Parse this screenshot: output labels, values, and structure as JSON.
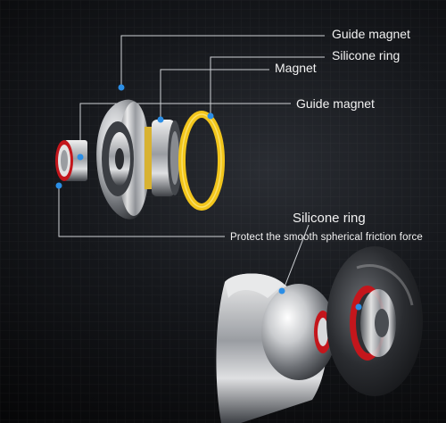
{
  "labels": {
    "guide_magnet_top": "Guide magnet",
    "silicone_ring_top": "Silicone ring",
    "magnet": "Magnet",
    "guide_magnet_right": "Guide magnet",
    "silicone_ring_bottom": "Silicone ring",
    "protect_text": "Protect the smooth spherical friction force"
  },
  "colors": {
    "ring_yellow": "#f2c51b",
    "red_cap": "#c4161c",
    "marker_blue": "#2b8ee6"
  }
}
